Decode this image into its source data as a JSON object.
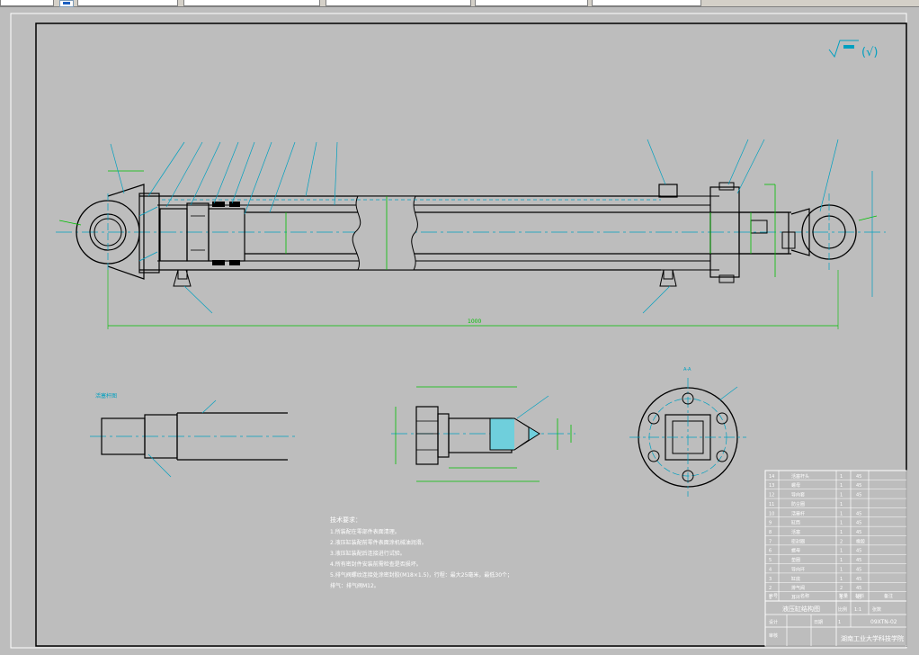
{
  "window": {
    "tabs": [
      "",
      "",
      "",
      "",
      ""
    ]
  },
  "drawing": {
    "dimension_overall": "1000",
    "surface_finish_top": "(√)",
    "view_labels": {
      "detail_view": "活塞杆图",
      "section_view": "A-A"
    },
    "tech_requirements": {
      "title": "技术要求：",
      "items": [
        "1.所装配在零部件表面清理。",
        "2.液压缸装配前零件表面涂机械油润滑。",
        "3.液压缸装配后连接进行试验。",
        "4.所有密封件安装前需检查是否损坏。",
        "5.排气阀螺纹连接处涂密封胶(M18×1.5)，行程：最大25毫米，最低30个；",
        "   排气：排气阀M12。"
      ]
    },
    "title_block": {
      "drawing_name": "液压缸结构图",
      "school": "湖南工业大学科技学院",
      "drawing_number": "09XTN-02",
      "scale_label": "比例",
      "scale_value": "1:1",
      "sheet_label": "张数",
      "sheet_value": "1",
      "designer_label": "设计",
      "checker_label": "审核",
      "date_label": "日期",
      "header_no": "序号",
      "header_name": "名称",
      "header_qty": "数量",
      "header_material": "材料",
      "header_note": "备注"
    },
    "parts_list": [
      {
        "no": "14",
        "name": "活塞杆头",
        "qty": "1",
        "material": "45"
      },
      {
        "no": "13",
        "name": "螺母",
        "qty": "1",
        "material": "45"
      },
      {
        "no": "12",
        "name": "导向套",
        "qty": "1",
        "material": "45"
      },
      {
        "no": "11",
        "name": "防尘圈",
        "qty": "1",
        "material": ""
      },
      {
        "no": "10",
        "name": "活塞杆",
        "qty": "1",
        "material": "45"
      },
      {
        "no": "9",
        "name": "缸筒",
        "qty": "1",
        "material": "45"
      },
      {
        "no": "8",
        "name": "活塞",
        "qty": "1",
        "material": "45"
      },
      {
        "no": "7",
        "name": "密封圈",
        "qty": "2",
        "material": "橡胶"
      },
      {
        "no": "6",
        "name": "螺母",
        "qty": "1",
        "material": "45"
      },
      {
        "no": "5",
        "name": "垫圈",
        "qty": "1",
        "material": "45"
      },
      {
        "no": "4",
        "name": "导向环",
        "qty": "1",
        "material": "45"
      },
      {
        "no": "3",
        "name": "缸底",
        "qty": "1",
        "material": "45"
      },
      {
        "no": "2",
        "name": "排气阀",
        "qty": "2",
        "material": "45"
      },
      {
        "no": "1",
        "name": "耳环",
        "qty": "1",
        "material": "45"
      }
    ]
  }
}
